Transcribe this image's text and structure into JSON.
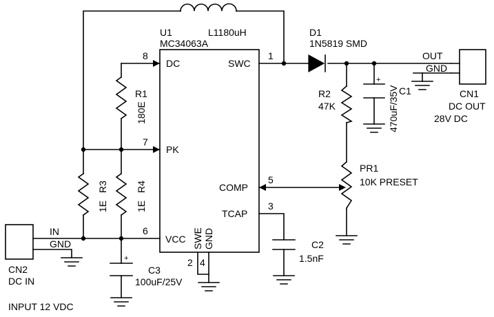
{
  "ic": {
    "ref": "U1",
    "part": "MC34063A",
    "pins": {
      "dc": "DC",
      "dc_num": "8",
      "pk": "PK",
      "pk_num": "7",
      "vcc": "VCC",
      "vcc_num": "6",
      "swc": "SWC",
      "swc_num": "1",
      "comp": "COMP",
      "comp_num": "5",
      "tcap": "TCAP",
      "tcap_num": "3",
      "swe": "SWE",
      "swe_num": "2",
      "gnd": "GND",
      "gnd_num": "4"
    }
  },
  "inductor": {
    "label": "L1180uH"
  },
  "diode": {
    "ref": "D1",
    "value": "1N5819 SMD"
  },
  "r1": {
    "ref": "R1",
    "value": "180E"
  },
  "r2": {
    "ref": "R2",
    "value": "47K"
  },
  "r3": {
    "ref": "R3",
    "value": "1E"
  },
  "r4": {
    "ref": "R4",
    "value": "1E"
  },
  "pr1": {
    "ref": "PR1",
    "value": "10K PRESET"
  },
  "c1": {
    "ref": "C1",
    "value": "470uF/35V",
    "polarity": "+"
  },
  "c2": {
    "ref": "C2",
    "value": "1.5nF"
  },
  "c3": {
    "ref": "C3",
    "value": "100uF/25V",
    "polarity": "+"
  },
  "cn1": {
    "ref": "CN1",
    "desc": "DC OUT",
    "voltage": "28V  DC",
    "pin_out": "OUT",
    "pin_gnd": "GND"
  },
  "cn2": {
    "ref": "CN2",
    "desc": "DC IN",
    "pin_in": "IN",
    "pin_gnd": "GND"
  },
  "footer": {
    "input_label": "INPUT  12 VDC"
  }
}
